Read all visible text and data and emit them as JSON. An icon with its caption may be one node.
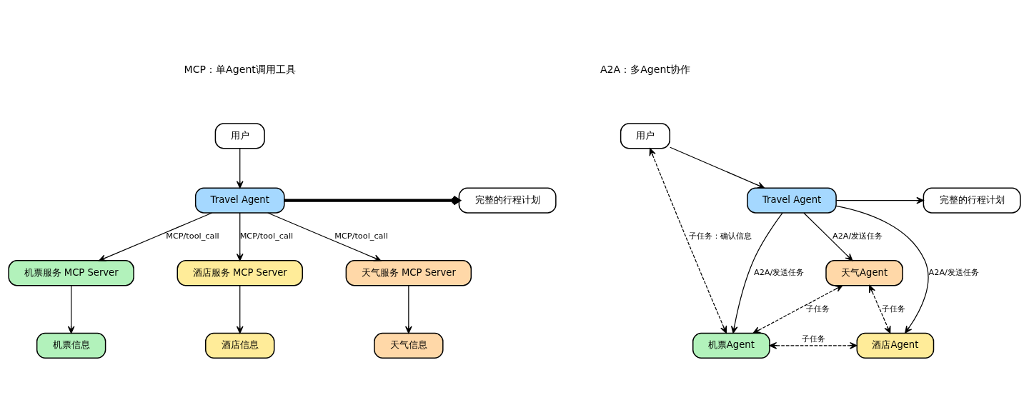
{
  "diagram": {
    "nodes": [
      {
        "text": [
          "用户"
        ]
      },
      {
        "text": [
          "Travel Agent"
        ]
      },
      {
        "text": [
          "完整的行程计划"
        ]
      },
      {
        "text": [
          "机票服务 MCP Server"
        ]
      },
      {
        "text": [
          "酒店服务 MCP Server"
        ]
      },
      {
        "text": [
          "天气服务 MCP Server"
        ]
      },
      {
        "text": [
          "机票信息"
        ]
      },
      {
        "text": [
          "酒店信息"
        ]
      },
      {
        "text": [
          "天气信息"
        ]
      },
      {
        "text": [
          "用户"
        ]
      },
      {
        "text": [
          "Travel Agent"
        ]
      },
      {
        "text": [
          "完整的行程计划"
        ]
      },
      {
        "text": [
          "天气Agent"
        ]
      },
      {
        "text": [
          "机票Agent"
        ]
      },
      {
        "text": [
          "酒店Agent"
        ]
      }
    ],
    "edges": [
      {
        "from": 0,
        "to": 1,
        "arrow": "to"
      },
      {
        "from": 1,
        "to": 2,
        "arrow": "to",
        "style": "thick"
      },
      {
        "from": 1,
        "to": 3,
        "arrow": "to",
        "label": "MCP/tool_call"
      },
      {
        "from": 1,
        "to": 4,
        "arrow": "to",
        "label": "MCP/tool_call"
      },
      {
        "from": 1,
        "to": 5,
        "arrow": "to",
        "label": "MCP/tool_call"
      },
      {
        "from": 3,
        "to": 6,
        "arrow": "to"
      },
      {
        "from": 4,
        "to": 7,
        "arrow": "to"
      },
      {
        "from": 5,
        "to": 8,
        "arrow": "to"
      },
      {
        "from": 9,
        "to": 10,
        "arrow": "to"
      },
      {
        "from": 10,
        "to": 11,
        "arrow": "to"
      },
      {
        "from": 10,
        "to": 13,
        "arrow": "to",
        "label": "A2A/发送任务"
      },
      {
        "from": 10,
        "to": 12,
        "arrow": "to",
        "label": "A2A/发送任务"
      },
      {
        "from": 10,
        "to": 14,
        "arrow": "to",
        "label": "A2A/发送任务"
      },
      {
        "from": 13,
        "to": 9,
        "arrow": "both",
        "label": "子任务：确认信息",
        "style": "dashed"
      },
      {
        "from": 13,
        "to": 12,
        "arrow": "both",
        "label": "子任务",
        "style": "dashed"
      },
      {
        "from": 12,
        "to": 14,
        "arrow": "both",
        "label": "子任务",
        "style": "dashed"
      },
      {
        "from": 13,
        "to": 14,
        "arrow": "both",
        "label": "子任务",
        "style": "dashed"
      }
    ],
    "labels": [
      "MCP：单Agent调用工具",
      "A2A：多Agent协作"
    ]
  }
}
